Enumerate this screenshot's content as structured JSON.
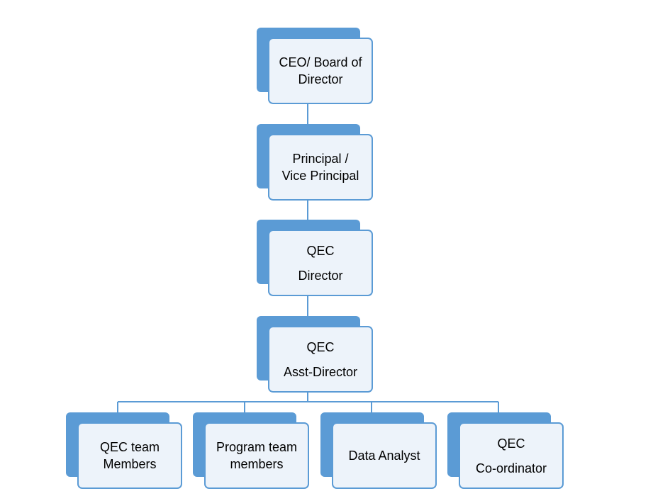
{
  "colors": {
    "box_back": "#5b9bd5",
    "box_front": "#edf3fa",
    "box_border": "#5b9bd5",
    "connector": "#5b9bd5"
  },
  "chain": [
    {
      "lines": [
        "CEO/ Board of",
        "Director"
      ]
    },
    {
      "lines": [
        "Principal /",
        "Vice Principal"
      ]
    },
    {
      "lines": [
        "QEC",
        "Director"
      ]
    },
    {
      "lines": [
        "QEC",
        "Asst-Director"
      ]
    }
  ],
  "reports": [
    {
      "lines": [
        "QEC team",
        "Members"
      ]
    },
    {
      "lines": [
        "Program team",
        "members"
      ]
    },
    {
      "lines": [
        "Data Analyst"
      ]
    },
    {
      "lines": [
        "QEC",
        "Co-ordinator"
      ]
    }
  ]
}
